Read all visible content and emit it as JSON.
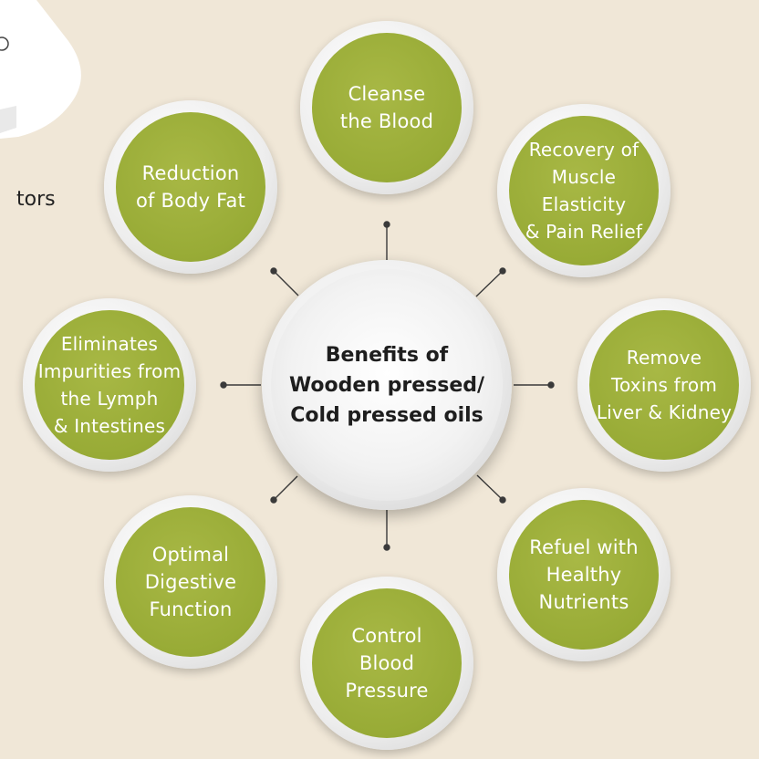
{
  "center": {
    "label": "Benefits of\nWooden pressed/\nCold pressed oils"
  },
  "partial_text": "tors",
  "benefits": [
    {
      "id": "cleanse",
      "label": "Cleanse\nthe Blood"
    },
    {
      "id": "muscle",
      "label": "Recovery of\nMuscle Elasticity\n& Pain Relief"
    },
    {
      "id": "toxins",
      "label": "Remove\nToxins from\nLiver & Kidney"
    },
    {
      "id": "nutrients",
      "label": "Refuel with\nHealthy\nNutrients"
    },
    {
      "id": "pressure",
      "label": "Control\nBlood\nPressure"
    },
    {
      "id": "digestive",
      "label": "Optimal\nDigestive\nFunction"
    },
    {
      "id": "lymph",
      "label": "Eliminates\nImpurities from\nthe Lymph\n& Intestines"
    },
    {
      "id": "bodyfat",
      "label": "Reduction\nof Body Fat"
    }
  ],
  "colors": {
    "background": "#f0e7d7",
    "node_green": "#9aae38",
    "node_ring": "#e6e6e6",
    "connector": "#3a3a3a"
  }
}
